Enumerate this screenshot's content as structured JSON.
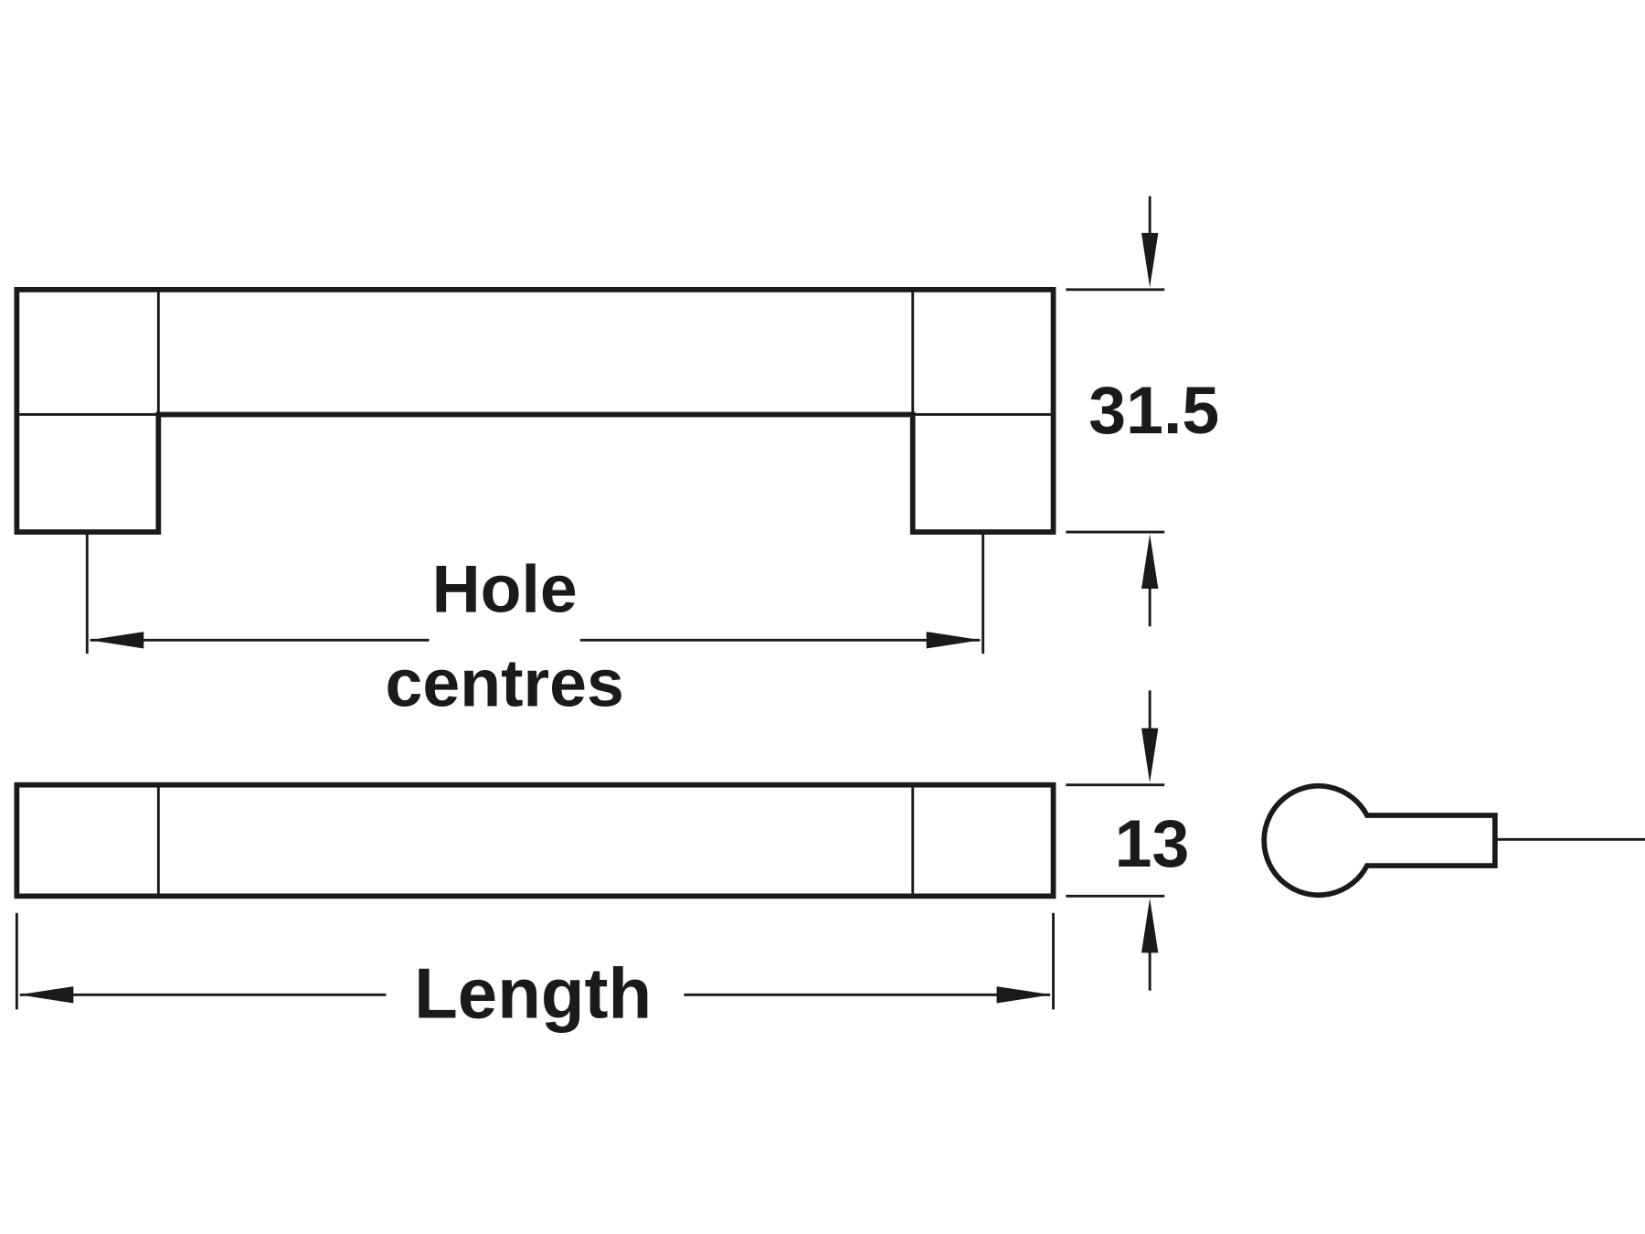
{
  "labels": {
    "height_top": "31.5",
    "height_bottom": "13",
    "hole_centres_line1": "Hole",
    "hole_centres_line2": "centres",
    "length": "Length"
  },
  "colors": {
    "line": "#1a1a1a",
    "background": "#ffffff"
  }
}
